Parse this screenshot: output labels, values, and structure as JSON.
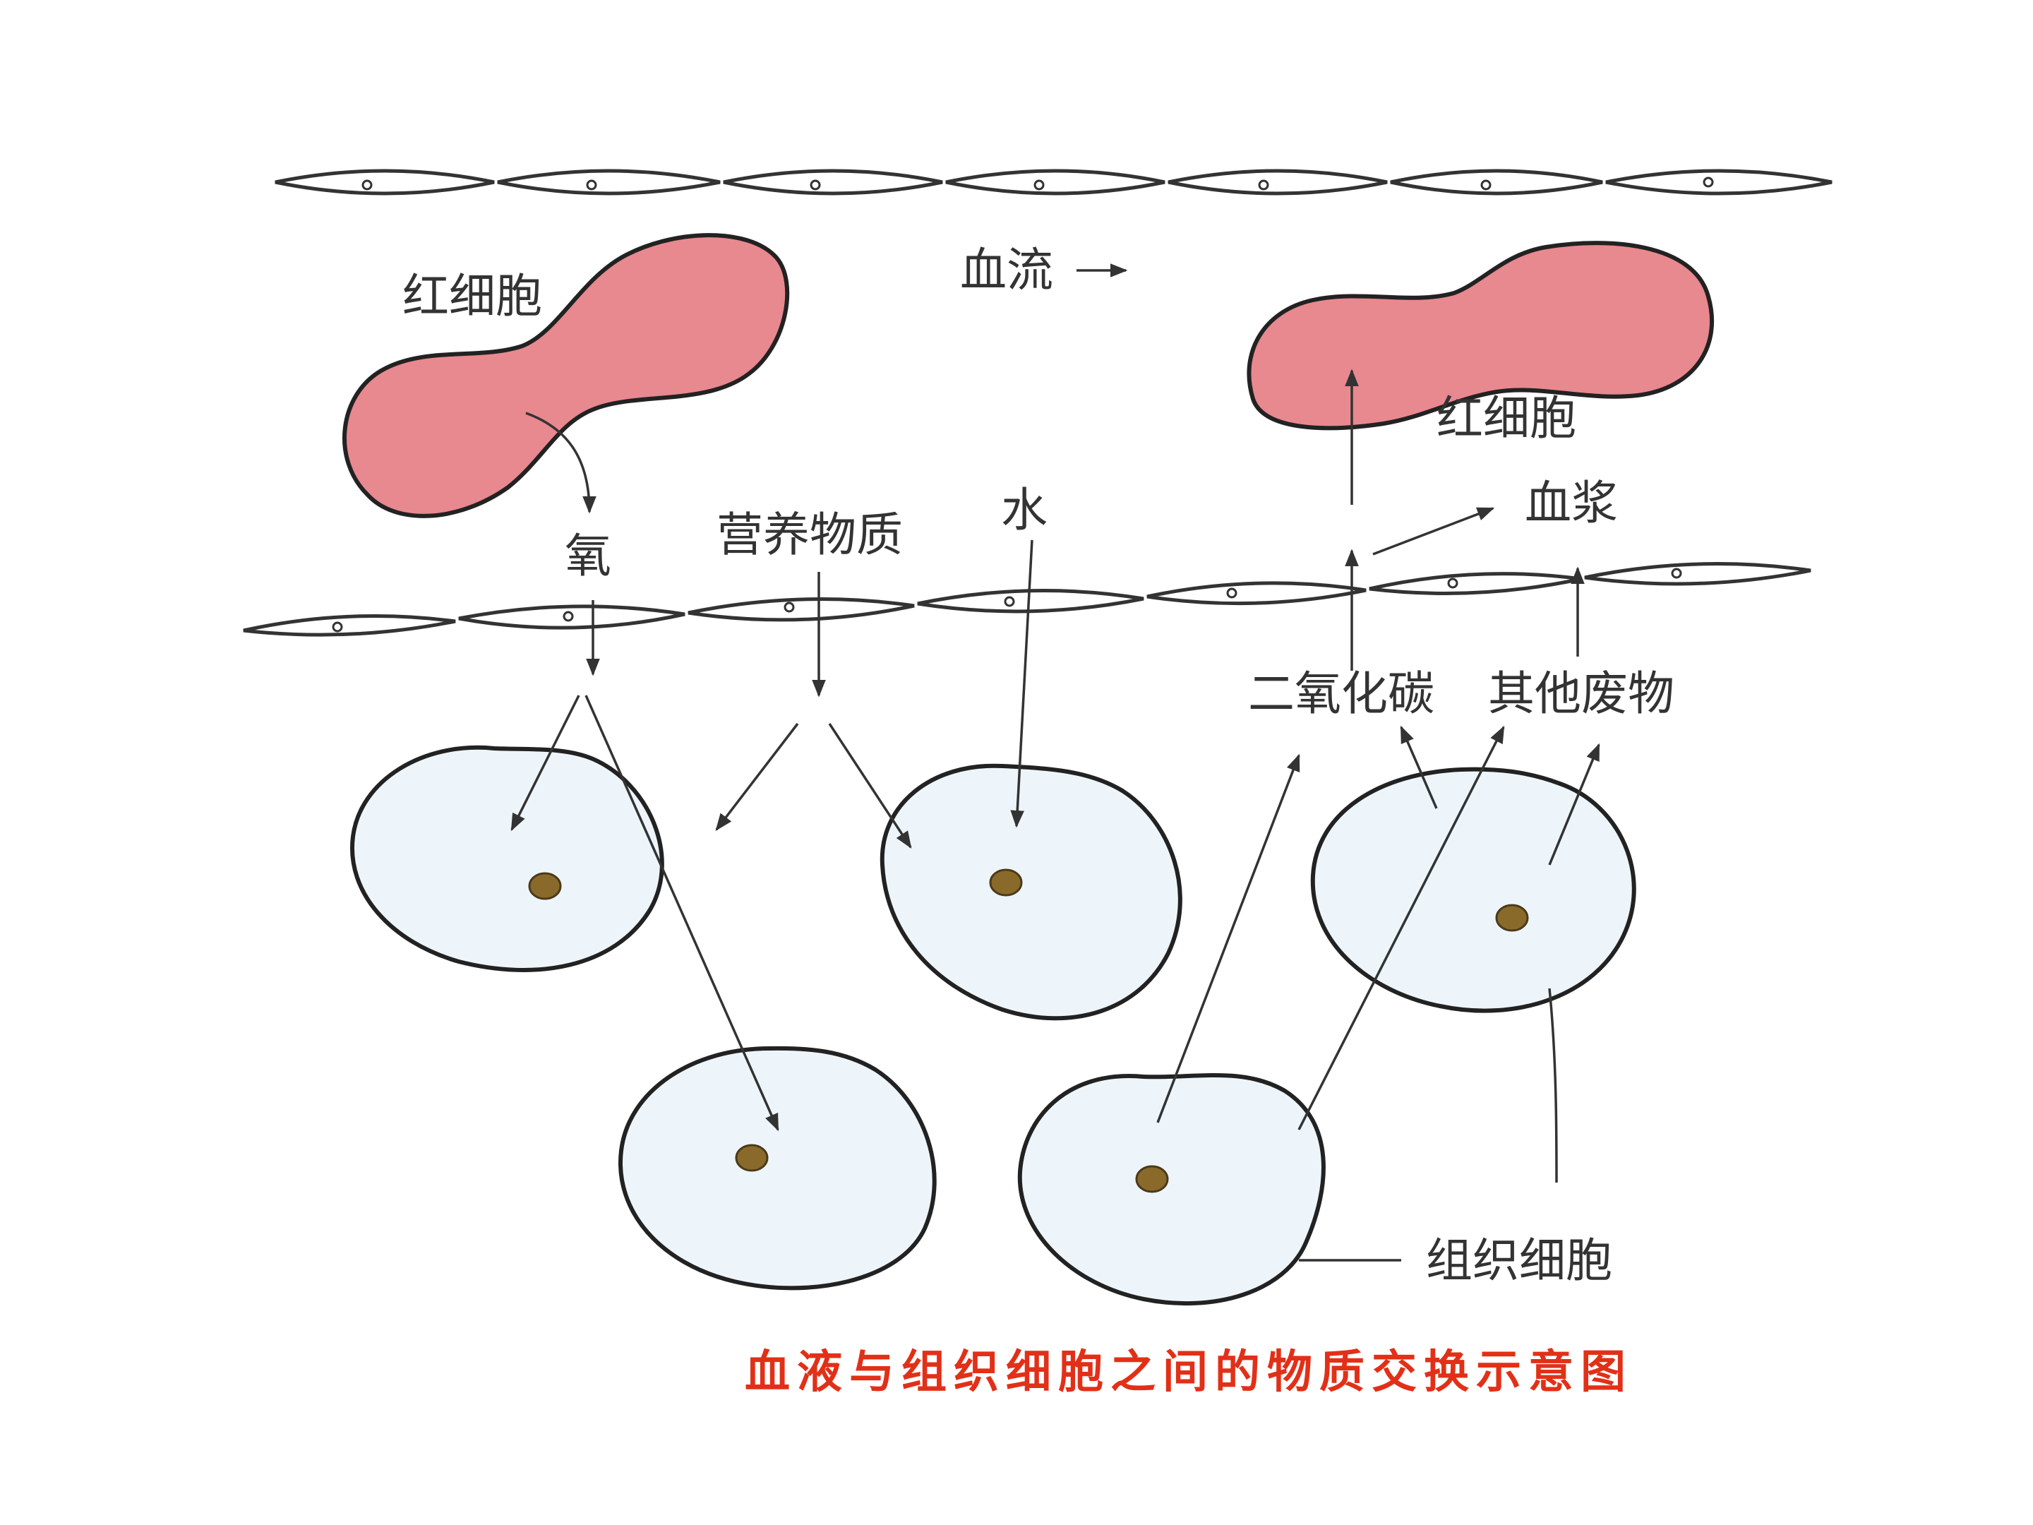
{
  "labels": {
    "rbc_left": "红细胞",
    "blood_flow": "血流",
    "rbc_right": "红细胞",
    "oxygen": "氧",
    "nutrients": "营养物质",
    "water": "水",
    "plasma": "血浆",
    "co2": "二氧化碳",
    "other_waste": "其他废物",
    "tissue_cells": "组织细胞"
  },
  "title": "血液与组织细胞之间的物质交换示意图",
  "colors": {
    "red_blood_cell": "#e8888f",
    "tissue_cell": "#eef5fa",
    "nucleus": "#8a6a2a",
    "title": "#e23018",
    "line": "#333333"
  }
}
